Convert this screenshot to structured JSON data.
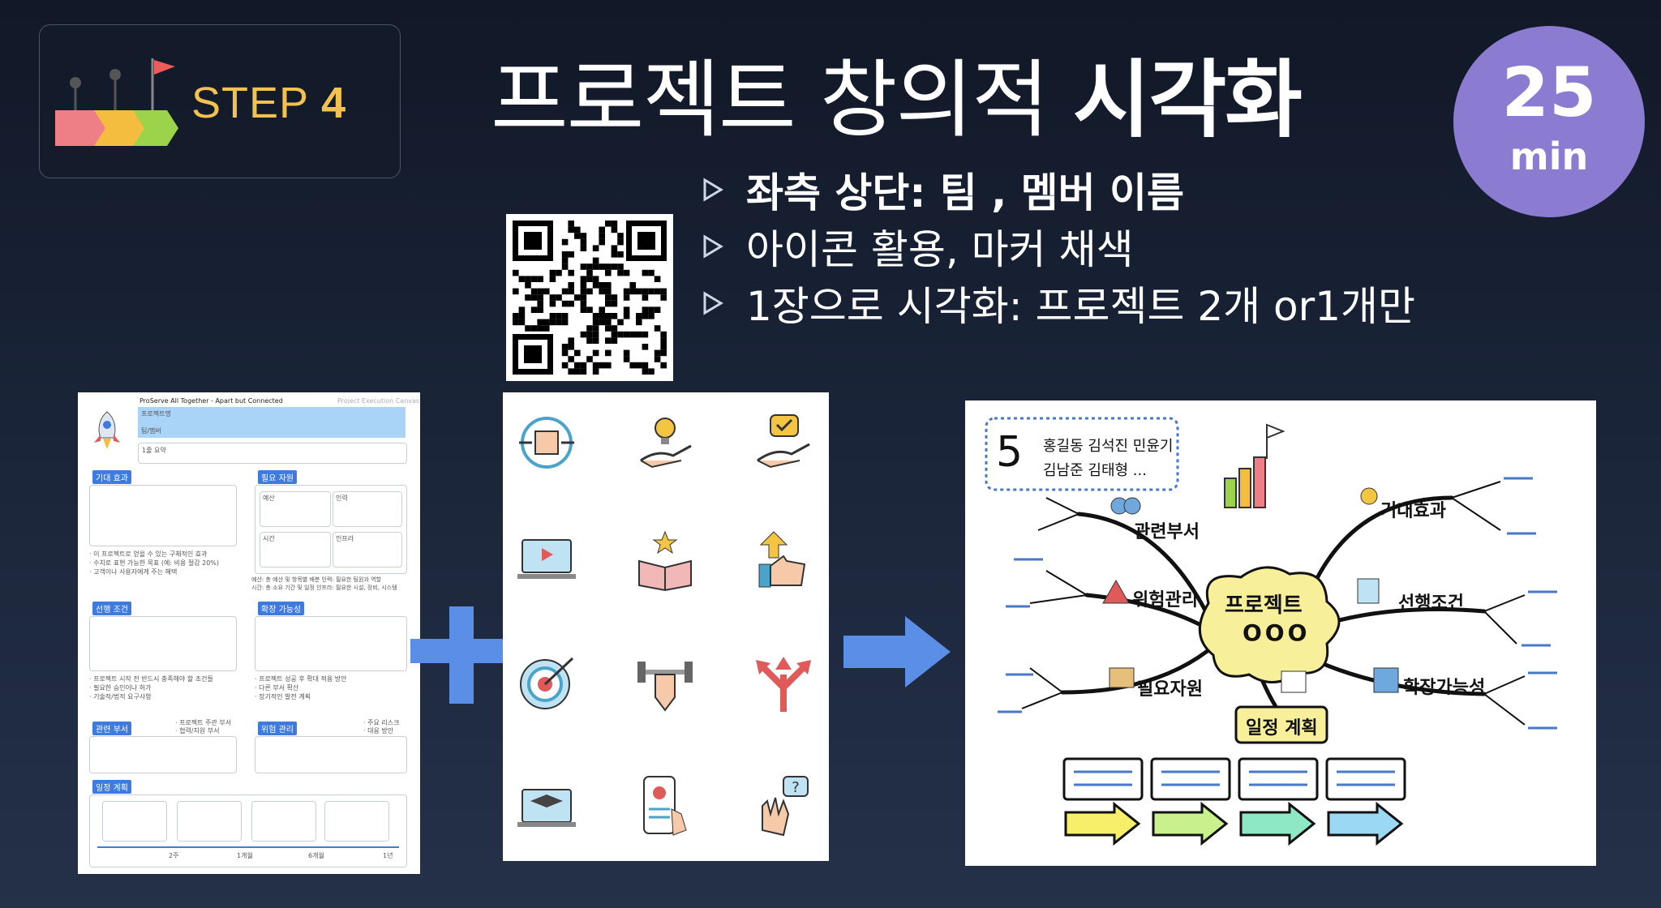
{
  "step": {
    "prefix": "STEP",
    "number": "4"
  },
  "title": {
    "regular": "프로젝트 창의적",
    "bold": "시각화"
  },
  "timer": {
    "value": "25",
    "unit": "min"
  },
  "bullets": [
    "좌측 상단: 팀 , 멤버 이름",
    " 아이콘 활용, 마커 채색",
    "1장으로 시각화: 프로젝트 2개 or1개만"
  ],
  "canvas": {
    "header_left": "ProServe All Together - Apart but Connected",
    "header_right": "Project Execution Canvas",
    "project_name": "프로젝트명",
    "team_name": "팀/멤버",
    "summary": "1줄 요약",
    "sections": {
      "expected": "기대 효과",
      "resources": "필요 자원",
      "prereq": "선행 조건",
      "scalability": "확장 가능성",
      "related": "관련 부서",
      "risk": "위험 관리",
      "schedule": "일정 계획"
    },
    "resource_cells": [
      "예산",
      "인력",
      "시간",
      "인프라"
    ],
    "expected_notes": [
      "· 이 프로젝트로 얻을 수 있는 구체적인 효과",
      "· 수치로 표현 가능한 목표 (예: 비용 절감 20%)",
      "· 고객이나 사용자에게 주는 혜택"
    ],
    "resource_notes": [
      "예산: 총 예산 및 항목별 배분   인력: 필요한 팀원과 역할",
      "시간: 총 소요 기간 및 일정   인프라: 필요한 시설, 장비, 시스템"
    ],
    "prereq_notes": [
      "· 프로젝트 시작 전 반드시 충족해야 할 조건들",
      "· 필요한 승인이나 허가",
      "· 기술적/법적 요구사항"
    ],
    "scal_notes": [
      "· 프로젝트 성공 후 확대 적용 방안",
      "· 다른 부서 확산",
      "· 장기적인 발전 계획"
    ],
    "related_notes": [
      "· 프로젝트 주관 부서",
      "· 협력/지원 부서"
    ],
    "risk_notes": [
      "· 주요 리스크",
      "· 대응 방안"
    ],
    "timeline": [
      "2주",
      "1개월",
      "6개월",
      "1년"
    ]
  },
  "mindmap": {
    "team_number": "5",
    "members_line1": "홍길동 김석진 민윤기",
    "members_line2": "김남준 김태형 ...",
    "center_line1": "프로젝트",
    "center_line2": "OOO",
    "branches": [
      "관련부서",
      "기대효과",
      "위험관리",
      "선행조건",
      "필요자원",
      "확장가능성",
      "일정 계획"
    ]
  },
  "colors": {
    "step_text": "#f2c14e",
    "timer_bg": "#8b7bd1",
    "plus_arrow": "#5b8ee6",
    "canvas_header": "#3d7be0"
  }
}
